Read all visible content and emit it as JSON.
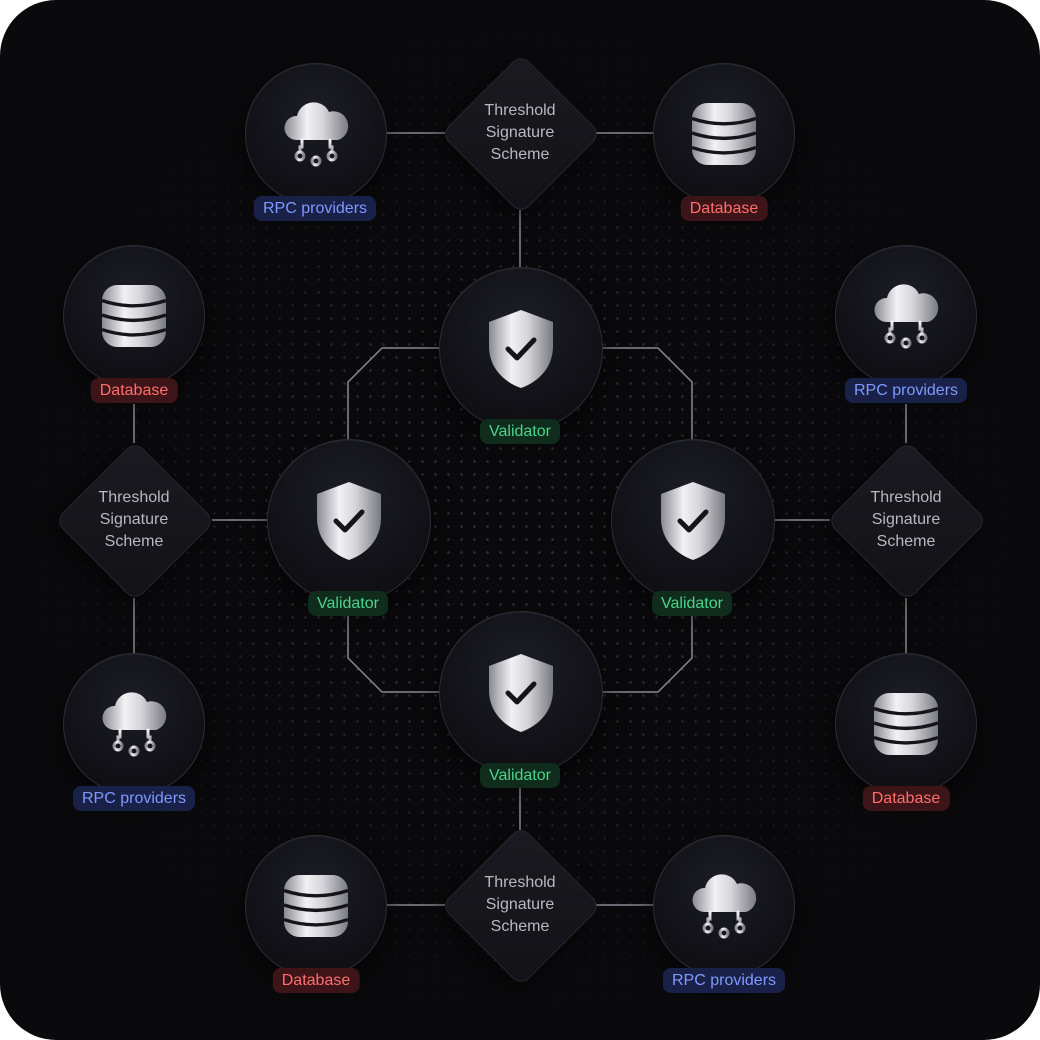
{
  "labels": {
    "rpc": "RPC providers",
    "database": "Database",
    "validator": "Validator",
    "tss": [
      "Threshold",
      "Signature",
      "Scheme"
    ]
  },
  "colors": {
    "background": "#0a0a0c",
    "rpc_text": "#7f99ff",
    "rpc_bg": "#1a2148",
    "database_text": "#ff6f6f",
    "database_bg": "#3d1417",
    "validator_text": "#4cd38a",
    "validator_bg": "#0f2c1d",
    "connector": "#8a8a94"
  },
  "icons": {
    "rpc": "cloud-network-icon",
    "database": "database-icon",
    "validator": "shield-check-icon"
  }
}
